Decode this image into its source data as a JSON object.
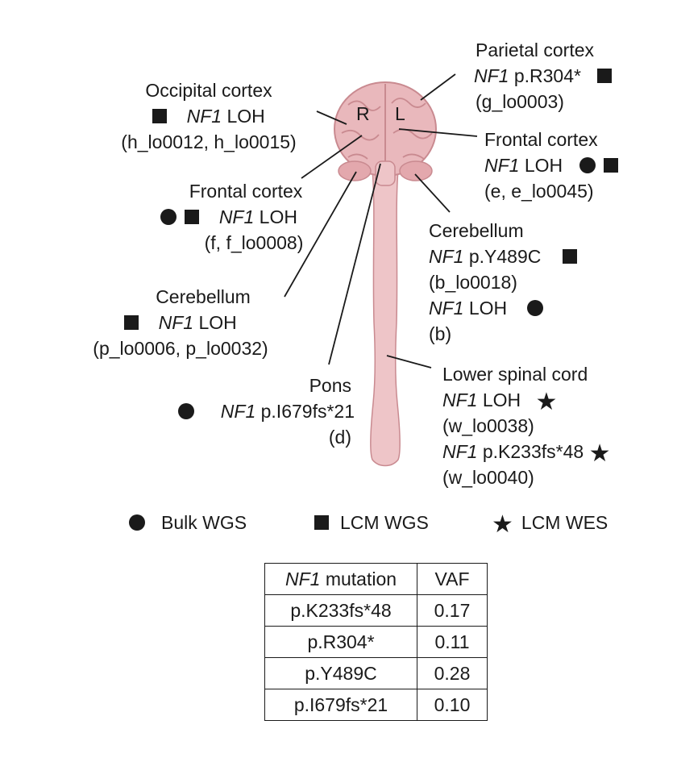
{
  "brain": {
    "right_letter": "R",
    "left_letter": "L"
  },
  "labels": {
    "parietal": {
      "region": "Parietal cortex",
      "gene": "NF1",
      "variant": "p.R304*",
      "sample": "(g_lo0003)"
    },
    "occipital": {
      "region": "Occipital cortex",
      "gene": "NF1",
      "variant": "LOH",
      "sample": "(h_lo0012, h_lo0015)"
    },
    "frontal_left": {
      "region": "Frontal cortex",
      "gene": "NF1",
      "variant": "LOH",
      "sample": "(e, e_lo0045)"
    },
    "frontal_right": {
      "region": "Frontal cortex",
      "gene": "NF1",
      "variant": "LOH",
      "sample": "(f, f_lo0008)"
    },
    "cerebellum_left": {
      "region": "Cerebellum",
      "gene1": "NF1",
      "variant1": "p.Y489C",
      "sample1": "(b_lo0018)",
      "gene2": "NF1",
      "variant2": "LOH",
      "sample2": "(b)"
    },
    "cerebellum_right": {
      "region": "Cerebellum",
      "gene": "NF1",
      "variant": "LOH",
      "sample": "(p_lo0006, p_lo0032)"
    },
    "pons": {
      "region": "Pons",
      "gene": "NF1",
      "variant": "p.I679fs*21",
      "sample": "(d)"
    },
    "spinal": {
      "region": "Lower spinal cord",
      "gene1": "NF1",
      "variant1": "LOH",
      "sample1": "(w_lo0038)",
      "gene2": "NF1",
      "variant2": "p.K233fs*48",
      "sample2": "(w_lo0040)"
    }
  },
  "legend": {
    "bulk_wgs": "Bulk WGS",
    "lcm_wgs": "LCM WGS",
    "lcm_wes": "LCM WES"
  },
  "table": {
    "header_gene": "NF1",
    "header_mutation": "mutation",
    "header_vaf": "VAF",
    "rows": [
      {
        "mutation": "p.K233fs*48",
        "vaf": "0.17"
      },
      {
        "mutation": "p.R304*",
        "vaf": "0.11"
      },
      {
        "mutation": "p.Y489C",
        "vaf": "0.28"
      },
      {
        "mutation": "p.I679fs*21",
        "vaf": "0.10"
      }
    ]
  },
  "colors": {
    "brain_fill": "#e9b8bc",
    "brain_stroke": "#c98a90",
    "spine_fill": "#eec5c8",
    "ink": "#1a1a1a"
  },
  "icons": [
    "circle-bulk-wgs-icon",
    "square-lcm-wgs-icon",
    "star-lcm-wes-icon"
  ]
}
